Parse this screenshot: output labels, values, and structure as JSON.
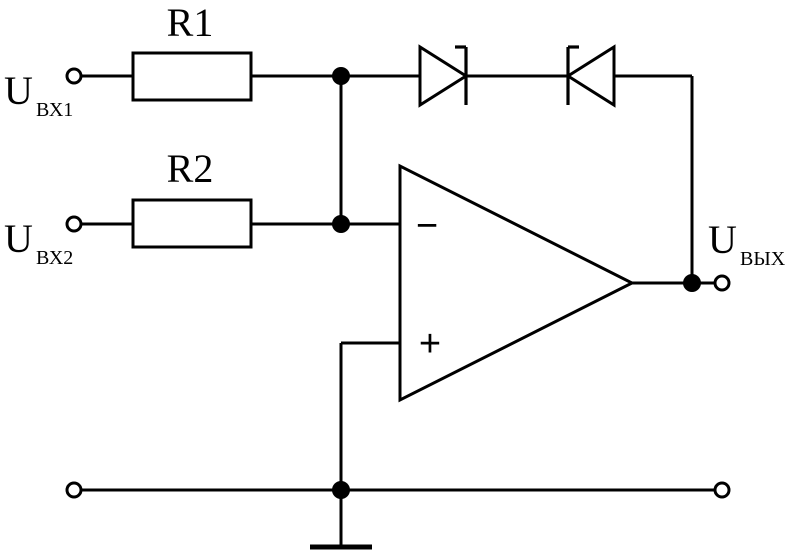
{
  "inputs": {
    "in1": {
      "main": "U",
      "sub": "ВХ1"
    },
    "in2": {
      "main": "U",
      "sub": "ВХ2"
    }
  },
  "output": {
    "main": "U",
    "sub": "ВЫХ"
  },
  "resistors": {
    "r1": "R1",
    "r2": "R2"
  },
  "opamp": {
    "inverting": "−",
    "noninverting": "+"
  }
}
